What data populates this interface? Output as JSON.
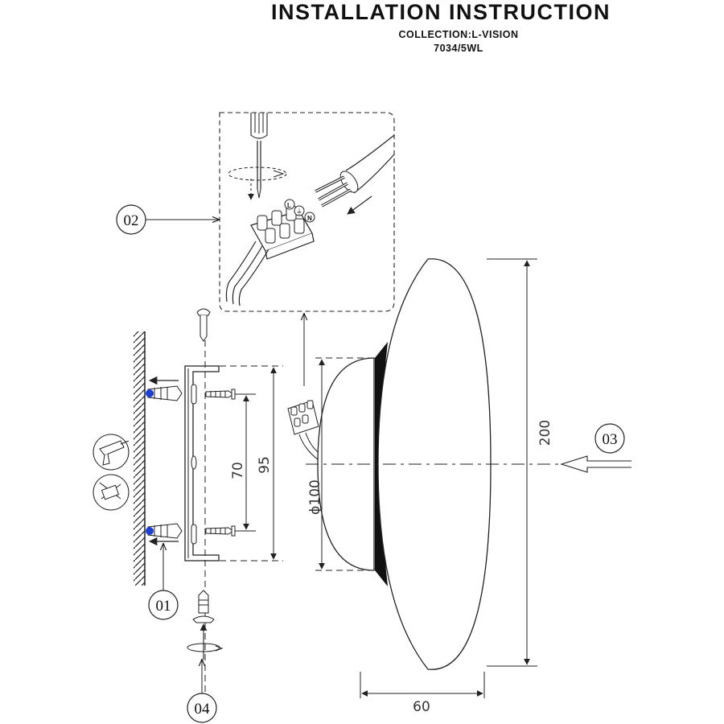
{
  "header": {
    "title": "INSTALLATION INSTRUCTION",
    "collection": "COLLECTION:L-VISION",
    "model": "7034/5WL"
  },
  "callouts": {
    "step1": "01",
    "step2": "02",
    "step3": "03",
    "step4": "04"
  },
  "dimensions": {
    "mount_spacing": "70",
    "bracket_height": "95",
    "base_diameter": "ϕ100",
    "lamp_height": "200",
    "lamp_depth": "60"
  },
  "terminal_labels": {
    "live": "L",
    "earth": "⏚",
    "neutral": "N"
  },
  "icons": {
    "drill": "drill-icon",
    "no-drill-tile": "no-tile-drill-icon"
  },
  "colors": {
    "line": "#222222",
    "dowel_dot": "#1f3fd1",
    "lamp_dark": "#111111"
  }
}
